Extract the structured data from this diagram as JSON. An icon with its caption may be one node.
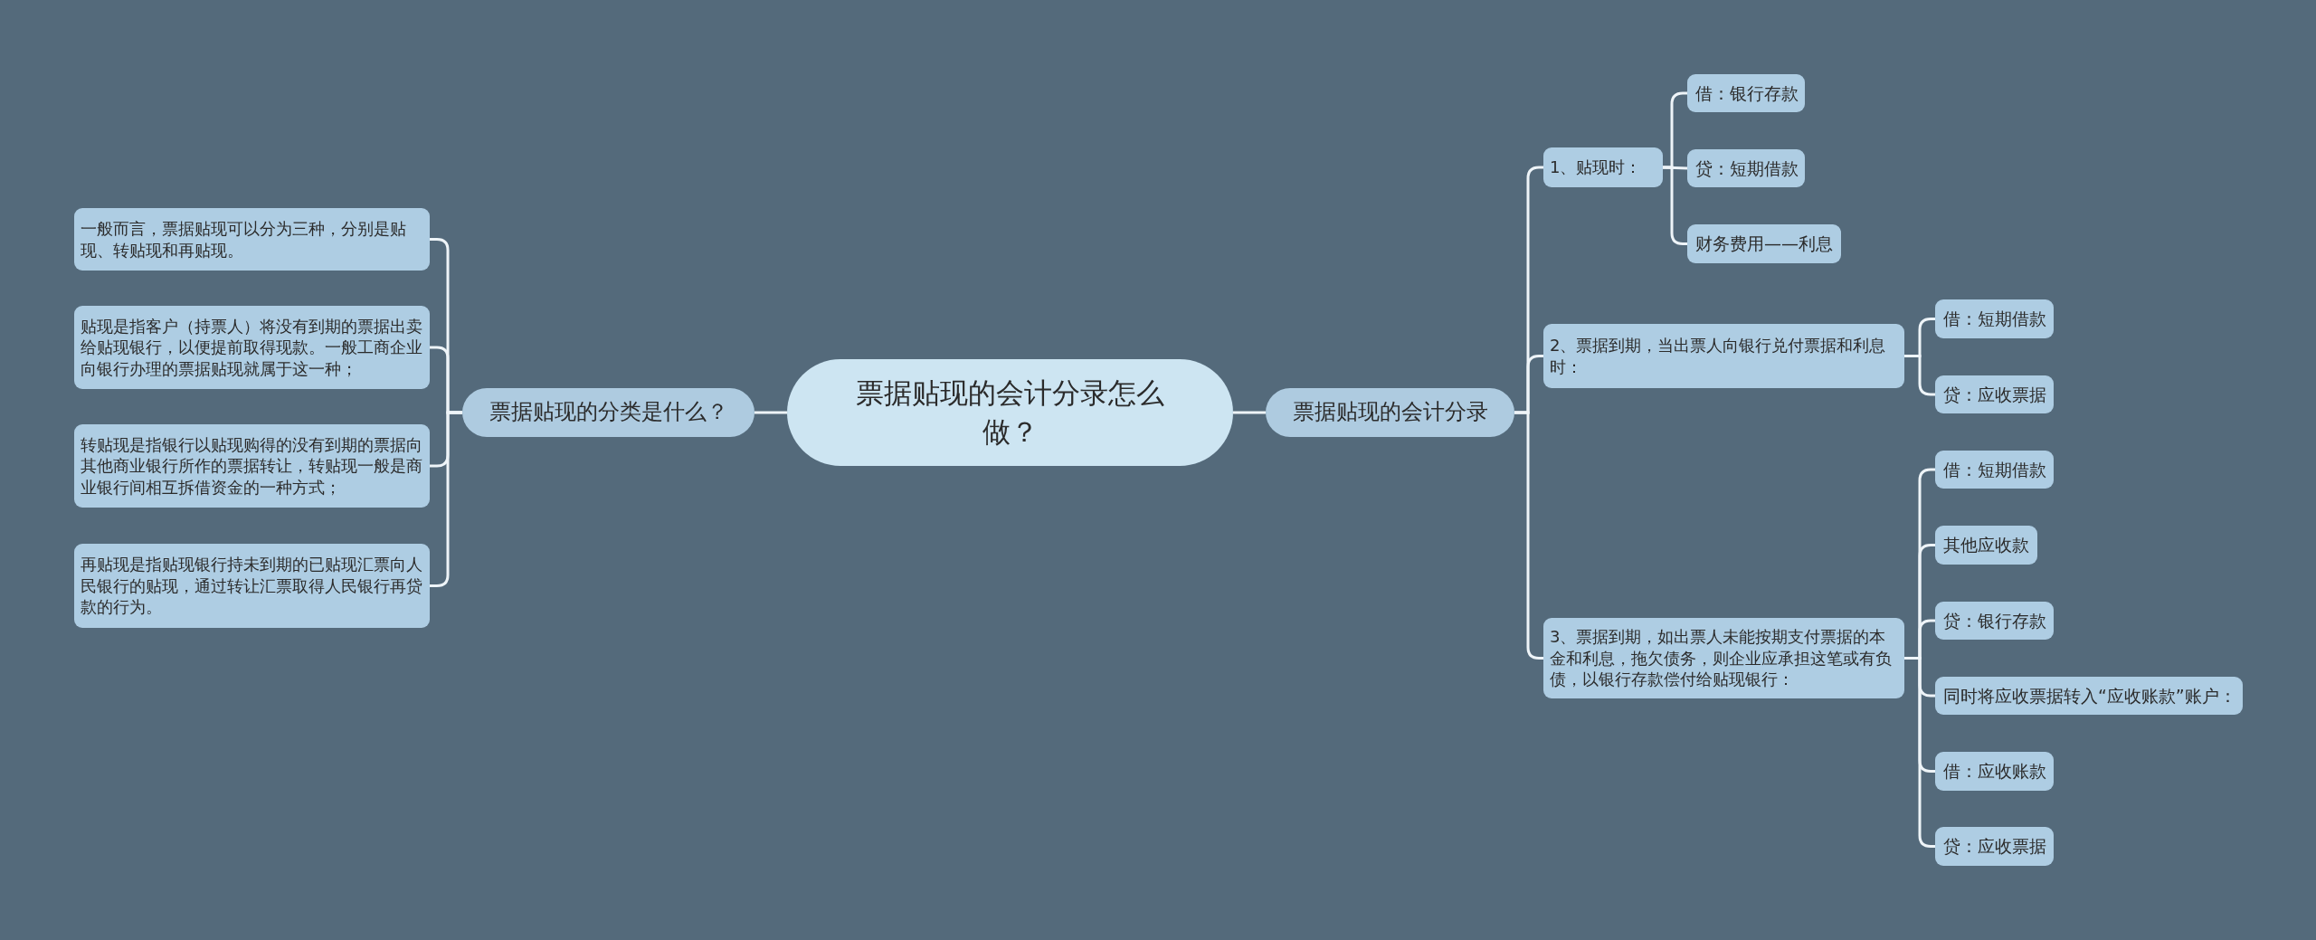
{
  "diagram": {
    "nodes": [
      {
        "text": [
          "票据贴现的会计分录怎么做？"
        ]
      },
      {
        "text": [
          "票据贴现的会计分录"
        ]
      },
      {
        "text": [
          "票据贴现的分类是什么？"
        ]
      },
      {
        "text": [
          "一般而言，票据贴现可以分为三种，分别是贴现、转贴现和再贴现。"
        ]
      },
      {
        "text": [
          "贴现是指客户（持票人）将没有到期的票据出卖给贴现银行，以便提前取得现款。一般工商企业向银行办理的票据贴现就属于这一种；"
        ]
      },
      {
        "text": [
          "转贴现是指银行以贴现购得的没有到期的票据向其他商业银行所作的票据转让，转贴现一般是商业银行间相互拆借资金的一种方式；"
        ]
      },
      {
        "text": [
          "再贴现是指贴现银行持未到期的已贴现汇票向人民银行的贴现，通过转让汇票取得人民银行再贷款的行为。"
        ]
      },
      {
        "text": [
          "1、贴现时："
        ]
      },
      {
        "text": [
          "2、票据到期，当出票人向银行兑付票据和利息时："
        ]
      },
      {
        "text": [
          "3、票据到期，如出票人未能按期支付票据的本金和利息，拖欠债务，则企业应承担这笔或有负债，以银行存款偿付给贴现银行："
        ]
      },
      {
        "text": [
          "借：银行存款"
        ]
      },
      {
        "text": [
          "贷：短期借款"
        ]
      },
      {
        "text": [
          "财务费用——利息"
        ]
      },
      {
        "text": [
          "借：短期借款"
        ]
      },
      {
        "text": [
          "贷：应收票据"
        ]
      },
      {
        "text": [
          "借：短期借款"
        ]
      },
      {
        "text": [
          "其他应收款"
        ]
      },
      {
        "text": [
          "贷：银行存款"
        ]
      },
      {
        "text": [
          "同时将应收票据转入“应收账款”账户："
        ]
      },
      {
        "text": [
          "借：应收账款"
        ]
      },
      {
        "text": [
          "贷：应收票据"
        ]
      }
    ],
    "edges": [
      {
        "from": 0,
        "to": 1,
        "arrow": "none"
      },
      {
        "from": 0,
        "to": 2,
        "arrow": "none"
      },
      {
        "from": 2,
        "to": 3,
        "arrow": "none"
      },
      {
        "from": 2,
        "to": 4,
        "arrow": "none"
      },
      {
        "from": 2,
        "to": 5,
        "arrow": "none"
      },
      {
        "from": 2,
        "to": 6,
        "arrow": "none"
      },
      {
        "from": 1,
        "to": 7,
        "arrow": "none"
      },
      {
        "from": 1,
        "to": 8,
        "arrow": "none"
      },
      {
        "from": 1,
        "to": 9,
        "arrow": "none"
      },
      {
        "from": 7,
        "to": 10,
        "arrow": "none"
      },
      {
        "from": 7,
        "to": 11,
        "arrow": "none"
      },
      {
        "from": 7,
        "to": 12,
        "arrow": "none"
      },
      {
        "from": 8,
        "to": 13,
        "arrow": "none"
      },
      {
        "from": 8,
        "to": 14,
        "arrow": "none"
      },
      {
        "from": 9,
        "to": 15,
        "arrow": "none"
      },
      {
        "from": 9,
        "to": 16,
        "arrow": "none"
      },
      {
        "from": 9,
        "to": 17,
        "arrow": "none"
      },
      {
        "from": 9,
        "to": 18,
        "arrow": "none"
      },
      {
        "from": 9,
        "to": 19,
        "arrow": "none"
      },
      {
        "from": 9,
        "to": 20,
        "arrow": "none"
      }
    ]
  }
}
